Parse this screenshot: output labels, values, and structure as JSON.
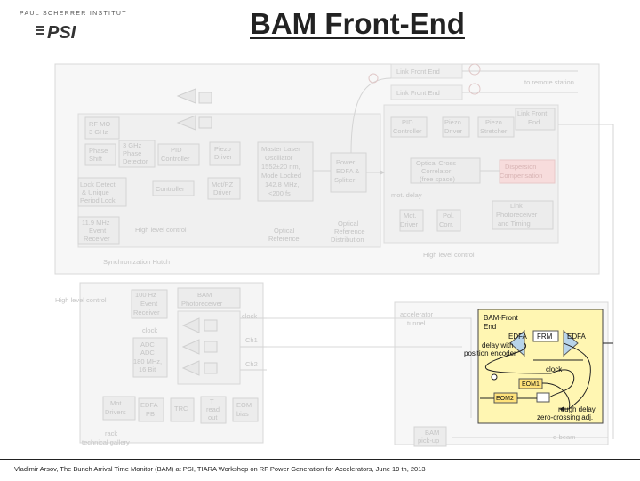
{
  "header": {
    "logo_top_text": "PAUL SCHERRER INSTITUT",
    "logo_text": "PSI",
    "title": "BAM Front-End"
  },
  "diagram": {
    "top_right": {
      "link_front_end_1": "Link Front End",
      "link_front_end_2": "Link Front End",
      "to_remote_station": "to remote station"
    },
    "synchronization_hutch": {
      "label": "Synchronization Hutch",
      "rf_mo": [
        "RF MO",
        "3 GHz"
      ],
      "phase_shift": [
        "Phase",
        "Shift"
      ],
      "phase_detector": [
        "3 GHz",
        "Phase",
        "Detector"
      ],
      "pid_controller": [
        "PID",
        "Controller"
      ],
      "piezo_driver": [
        "Piezo",
        "Driver"
      ],
      "master_laser": [
        "Master Laser",
        "Oscillator",
        "1552±20 nm,",
        "Mode Locked",
        "142.8 MHz,",
        "<200 fs"
      ],
      "lock_detect": [
        "Lock Detect",
        "& Unique",
        "Period Lock"
      ],
      "controller": "Controller",
      "motor_driver": [
        "Mot/PZ",
        "Driver"
      ],
      "power_edfa": [
        "Power",
        "EDFA &",
        "Splitter"
      ],
      "event_receiver": [
        "11.9 MHz",
        "Event",
        "Receiver"
      ],
      "high_level_control": "High level control",
      "optical_reference": [
        "Optical",
        "Reference"
      ],
      "optical_reference_distribution": [
        "Optical",
        "Reference",
        "Distribution"
      ]
    },
    "link": {
      "pid_controller": [
        "PID",
        "Controller"
      ],
      "piezo_driver": [
        "Piezo",
        "Driver"
      ],
      "piezo_stretcher": [
        "Piezo",
        "Stretcher"
      ],
      "link_front_end": [
        "Link Front",
        "End"
      ],
      "optical_cross_correlator": [
        "Optical Cross",
        "Correlator",
        "(free space)"
      ],
      "dispersion_compensation": [
        "Dispersion",
        "Compensation"
      ],
      "mot_delay": "mot. delay",
      "mot_driver": [
        "Mot.",
        "Driver"
      ],
      "pol_corr": [
        "Pol.",
        "Corr."
      ],
      "link_photoreceiver": [
        "Link",
        "Photoreceiver",
        "and Timing"
      ],
      "high_level_control": "High level control"
    },
    "bam_left": {
      "high_level_control": "High level control",
      "event_receiver": [
        "100 Hz",
        "Event",
        "Receiver"
      ],
      "bam_photoreceiver": [
        "BAM",
        "Photoreceiver"
      ],
      "clock_1": "clock",
      "clock_2": "clock",
      "adc": [
        "ADC",
        "ADC",
        "180 MHz,",
        "16 Bit"
      ],
      "ch1": "Ch1",
      "ch2": "Ch2",
      "mot_drivers": [
        "Mot.",
        "Drivers"
      ],
      "edfa_pb": [
        "EDFA",
        "PB"
      ],
      "trc": "TRC",
      "t_read_out": [
        "T",
        "read",
        "out"
      ],
      "eom_bias": [
        "EOM",
        "bias"
      ],
      "rack_tech_gallery": [
        "rack",
        "technical gallery"
      ]
    },
    "bam_right": {
      "accelerator_tunnel": [
        "accelerator",
        "tunnel"
      ],
      "bam_front_end": [
        "BAM-Front",
        "End"
      ],
      "edfa_1": "EDFA",
      "frm": "FRM",
      "edfa_2": "EDFA",
      "delay_with": [
        "delay with",
        "position encoder"
      ],
      "clock": "clock",
      "eom1": "EOM1",
      "eom2": "EOM2",
      "rough_delay": [
        "rough delay",
        "zero-crossing adj."
      ],
      "e_beam": "e-beam",
      "bam_pickup": [
        "BAM",
        "pick-up"
      ]
    }
  },
  "footer": {
    "text": "Vladimir Arsov, The Bunch Arrival Time Monitor (BAM) at PSI, TIARA Workshop on RF Power Generation for Accelerators, June 19 th, 2013"
  },
  "colors": {
    "faded_box_fill": "#f0f0f0",
    "faded_border": "#d4d4d4",
    "faded_text": "#c8c8c8",
    "highlight_fill": "#fff6b2",
    "eom_fill": "#ffe27a",
    "triangle_fill": "#b8d4ea",
    "dispersion_fill": "#f7dcdc",
    "fiber": "#222222"
  }
}
